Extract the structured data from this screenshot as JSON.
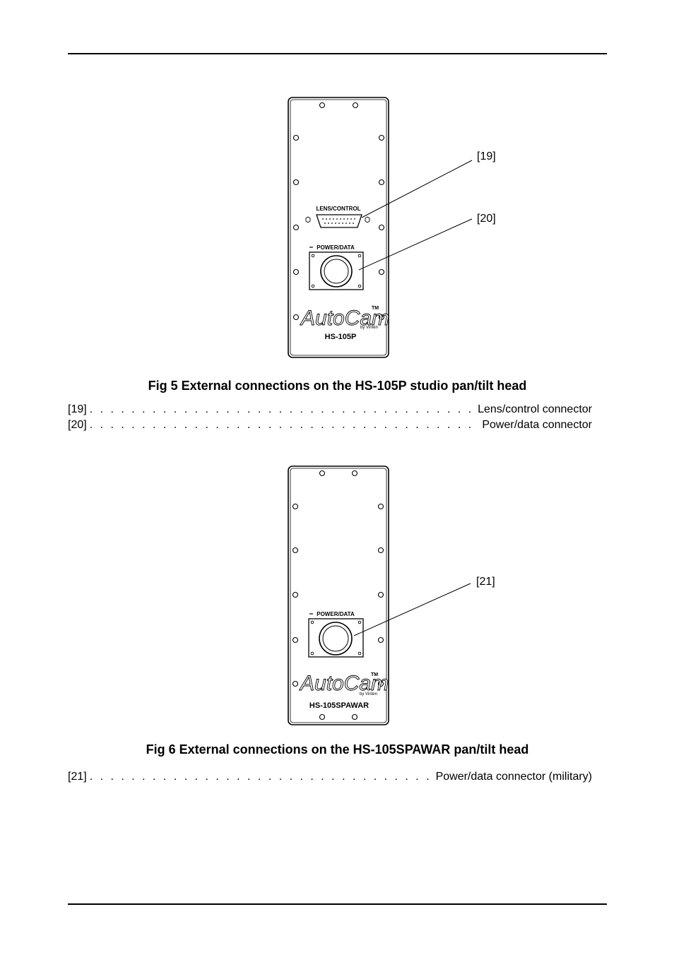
{
  "figures": [
    {
      "caption": "Fig 5 External connections on the HS-105P studio pan/tilt head",
      "panel": {
        "connector_label": "LENS/CONTROL",
        "power_label": "POWER/DATA",
        "brand": "AutoCam",
        "trademark": "TM",
        "by_line": "by Vinten",
        "model": "HS-105P"
      },
      "callouts": [
        "[19]",
        "[20]"
      ],
      "legend": [
        {
          "ref": "[19]",
          "desc": "Lens/control connector"
        },
        {
          "ref": "[20]",
          "desc": "Power/data connector"
        }
      ]
    },
    {
      "caption": "Fig 6 External connections on the HS-105SPAWAR pan/tilt head",
      "panel": {
        "power_label": "POWER/DATA",
        "brand": "AutoCam",
        "trademark": "TM",
        "by_line": "by Vinten",
        "model": "HS-105SPAWAR"
      },
      "callouts": [
        "[21]"
      ],
      "legend": [
        {
          "ref": "[21]",
          "desc": "Power/data connector (military)"
        }
      ]
    }
  ]
}
